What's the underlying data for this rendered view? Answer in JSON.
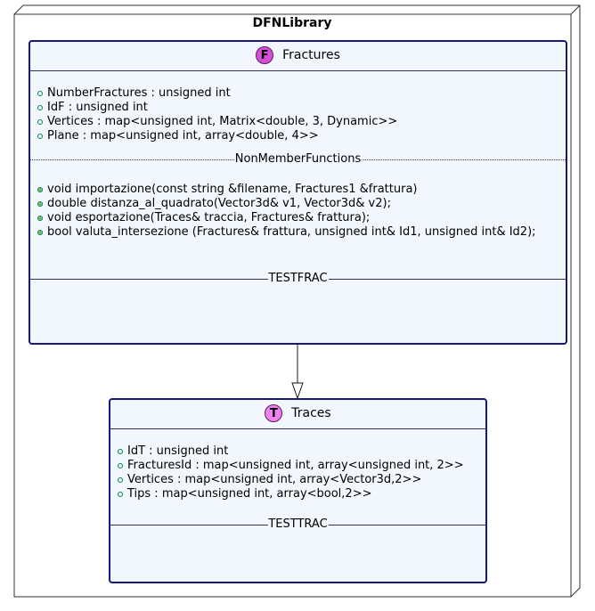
{
  "package": {
    "name": "DFNLibrary"
  },
  "classes": {
    "fractures": {
      "badge": "F",
      "name": "Fractures",
      "attributes": [
        "NumberFractures : unsigned int",
        "IdF : unsigned int",
        "Vertices : map<unsigned int, Matrix<double, 3, Dynamic>>",
        "Plane : map<unsigned int, array<double, 4>>"
      ],
      "section_nonmember": "NonMemberFunctions",
      "functions": [
        "void importazione(const string &filename, Fractures1 &frattura)",
        "double distanza_al_quadrato(Vector3d& v1, Vector3d& v2);",
        "void esportazione(Traces& traccia, Fractures& frattura);",
        "bool valuta_intersezione (Fractures& frattura, unsigned int& Id1, unsigned int& Id2);"
      ],
      "section_test": "TESTFRAC"
    },
    "traces": {
      "badge": "T",
      "name": "Traces",
      "attributes": [
        "IdT : unsigned int",
        "FracturesId : map<unsigned int, array<unsigned int, 2>>",
        "Vertices : map<unsigned int, array<Vector3d,2>>",
        "Tips : map<unsigned int, array<bool,2>>"
      ],
      "section_test": "TESTTRAC"
    }
  },
  "colors": {
    "class_fill": "#f1f7fd",
    "class_border": "#181878",
    "badge_fractures": "#d64fd6",
    "badge_traces": "#ee82ee",
    "visibility_marker": "#038048",
    "method_marker_fill": "#84be84"
  }
}
